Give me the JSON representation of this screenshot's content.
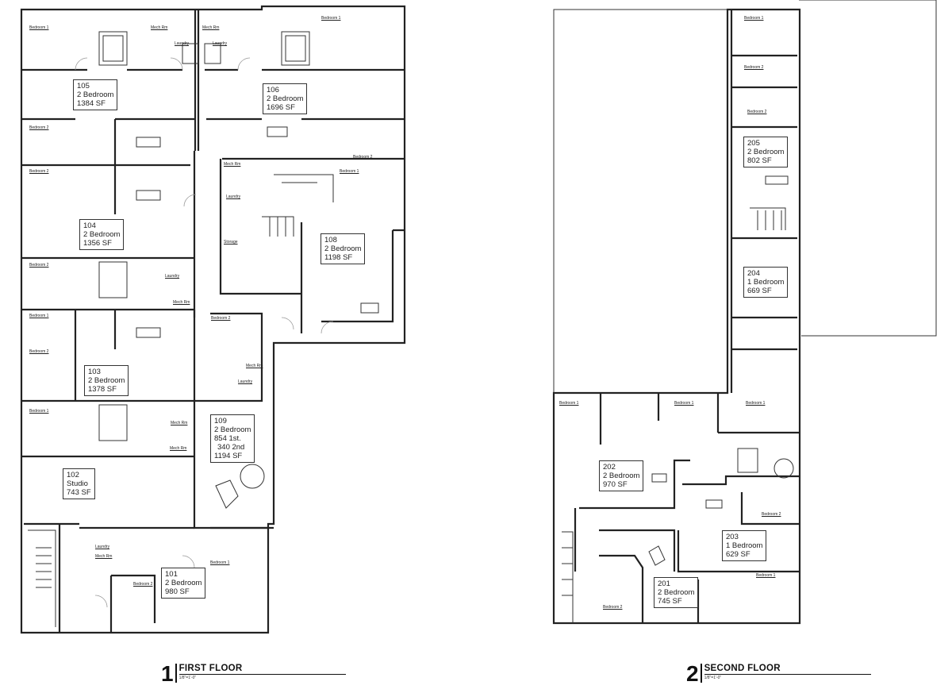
{
  "floors": [
    {
      "number": "1",
      "title": "FIRST FLOOR",
      "scale": "1/8\"=1'-0\"",
      "units": [
        {
          "id": "105",
          "type": "2 Bedroom",
          "area": "1384 SF"
        },
        {
          "id": "106",
          "type": "2 Bedroom",
          "area": "1696 SF"
        },
        {
          "id": "104",
          "type": "2 Bedroom",
          "area": "1356 SF"
        },
        {
          "id": "108",
          "type": "2 Bedroom",
          "area": "1198 SF"
        },
        {
          "id": "103",
          "type": "2 Bedroom",
          "area": "1378 SF"
        },
        {
          "id": "109",
          "type": "2 Bedroom",
          "area": "854 1st.",
          "area2": "340 2nd",
          "area3": "1194 SF"
        },
        {
          "id": "102",
          "type": "Studio",
          "area": "743 SF"
        },
        {
          "id": "101",
          "type": "2 Bedroom",
          "area": "980 SF"
        }
      ]
    },
    {
      "number": "2",
      "title": "SECOND FLOOR",
      "scale": "1/8\"=1'-0\"",
      "units": [
        {
          "id": "205",
          "type": "2 Bedroom",
          "area": "802 SF"
        },
        {
          "id": "204",
          "type": "1 Bedroom",
          "area": "669 SF"
        },
        {
          "id": "202",
          "type": "2 Bedroom",
          "area": "970 SF"
        },
        {
          "id": "203",
          "type": "1 Bedroom",
          "area": "629 SF"
        },
        {
          "id": "201",
          "type": "2 Bedroom",
          "area": "745 SF"
        }
      ]
    }
  ],
  "room_tags": [
    "Bedroom 1",
    "Mech Rm",
    "Mech Rm",
    "Laundry",
    "Laundry",
    "Bedroom 1",
    "Bedroom 2",
    "Bedroom 2",
    "Bedroom 2",
    "Mech Rm",
    "Bedroom 1",
    "Laundry",
    "Bedroom 2",
    "Storage",
    "Bedroom 1",
    "Laundry",
    "Mech Rm",
    "Bedroom 2",
    "Bedroom 2",
    "Mech Rm",
    "Laundry",
    "Bedroom 1",
    "Mech Rm",
    "Mech Rm",
    "Laundry",
    "Mech Rm",
    "Bedroom 2",
    "Bedroom 1",
    "Bedroom 1",
    "Bedroom 2",
    "Bedroom 2",
    "Bedroom 1",
    "Bedroom 1",
    "Bedroom 1",
    "Bedroom 2",
    "Bedroom 1",
    "Bedroom 2"
  ],
  "colors": {
    "lines": "#222222",
    "background": "#ffffff"
  }
}
